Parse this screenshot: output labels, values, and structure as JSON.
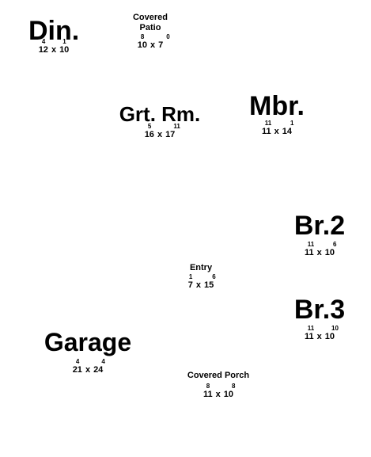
{
  "rooms": [
    {
      "id": "din",
      "name": "Din.",
      "w": "12",
      "w_in": "4",
      "l": "10",
      "l_in": "1"
    },
    {
      "id": "covered-patio",
      "name": "Covered\nPatio",
      "w": "10",
      "w_in": "8",
      "l": "7",
      "l_in": "0"
    },
    {
      "id": "grt-rm",
      "name": "Grt. Rm.",
      "w": "16",
      "w_in": "5",
      "l": "17",
      "l_in": "11"
    },
    {
      "id": "mbr",
      "name": "Mbr.",
      "w": "11",
      "w_in": "11",
      "l": "14",
      "l_in": "1"
    },
    {
      "id": "br2",
      "name": "Br.2",
      "w": "11",
      "w_in": "11",
      "l": "10",
      "l_in": "6"
    },
    {
      "id": "entry",
      "name": "Entry",
      "w": "7",
      "w_in": "1",
      "l": "15",
      "l_in": "6"
    },
    {
      "id": "br3",
      "name": "Br.3",
      "w": "11",
      "w_in": "11",
      "l": "10",
      "l_in": "10"
    },
    {
      "id": "garage",
      "name": "Garage",
      "w": "21",
      "w_in": "4",
      "l": "24",
      "l_in": "4"
    },
    {
      "id": "covered-porch",
      "name": "Covered Porch",
      "w": "11",
      "w_in": "8",
      "l": "10",
      "l_in": "8"
    }
  ],
  "separator": "x"
}
